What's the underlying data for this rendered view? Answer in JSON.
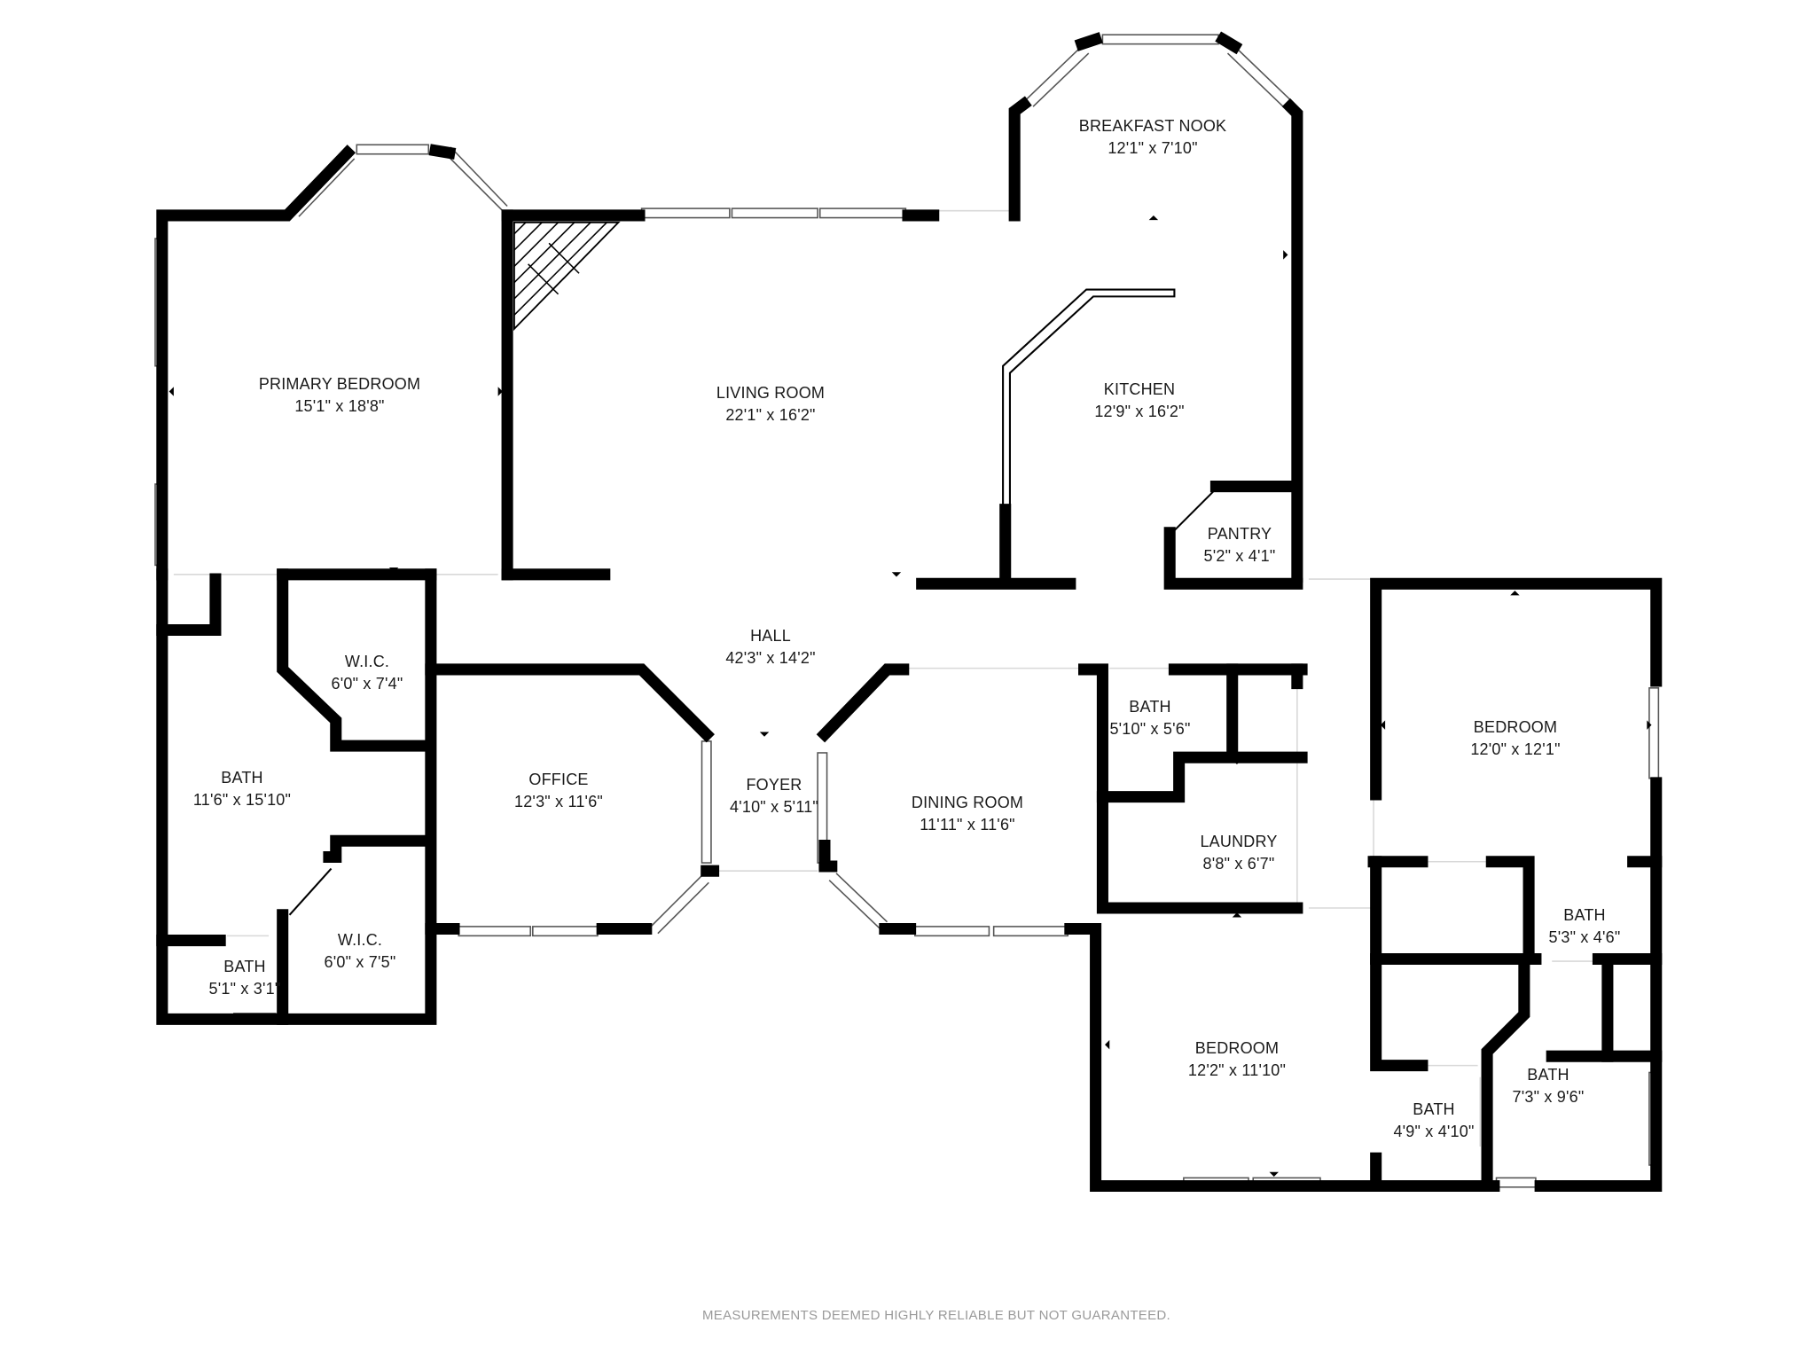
{
  "plan": {
    "rooms": [
      {
        "name": "PRIMARY BEDROOM",
        "dims": "15'1\" x 18'8\""
      },
      {
        "name": "LIVING ROOM",
        "dims": "22'1\" x 16'2\""
      },
      {
        "name": "BREAKFAST NOOK",
        "dims": "12'1\" x 7'10\""
      },
      {
        "name": "KITCHEN",
        "dims": "12'9\" x 16'2\""
      },
      {
        "name": "PANTRY",
        "dims": "5'2\" x 4'1\""
      },
      {
        "name": "HALL",
        "dims": "42'3\" x 14'2\""
      },
      {
        "name": "W.I.C.",
        "dims": "6'0\" x 7'4\""
      },
      {
        "name": "BATH",
        "dims": "11'6\" x 15'10\""
      },
      {
        "name": "W.I.C.",
        "dims": "6'0\" x 7'5\""
      },
      {
        "name": "BATH",
        "dims": "5'1\" x 3'1\""
      },
      {
        "name": "OFFICE",
        "dims": "12'3\" x 11'6\""
      },
      {
        "name": "FOYER",
        "dims": "4'10\" x 5'11\""
      },
      {
        "name": "DINING ROOM",
        "dims": "11'11\" x 11'6\""
      },
      {
        "name": "BATH",
        "dims": "5'10\" x 5'6\""
      },
      {
        "name": "LAUNDRY",
        "dims": "8'8\" x 6'7\""
      },
      {
        "name": "BEDROOM",
        "dims": "12'0\" x 12'1\""
      },
      {
        "name": "BATH",
        "dims": "5'3\" x 4'6\""
      },
      {
        "name": "BEDROOM",
        "dims": "12'2\" x 11'10\""
      },
      {
        "name": "BATH",
        "dims": "4'9\" x 4'10\""
      },
      {
        "name": "BATH",
        "dims": "7'3\" x 9'6\""
      }
    ]
  },
  "footer": {
    "disclaimer": "MEASUREMENTS DEEMED HIGHLY RELIABLE BUT NOT GUARANTEED."
  },
  "colors": {
    "wall": "#000000",
    "text": "#1a1a1a",
    "disclaimer": "#9a9a9a",
    "background": "#ffffff"
  }
}
